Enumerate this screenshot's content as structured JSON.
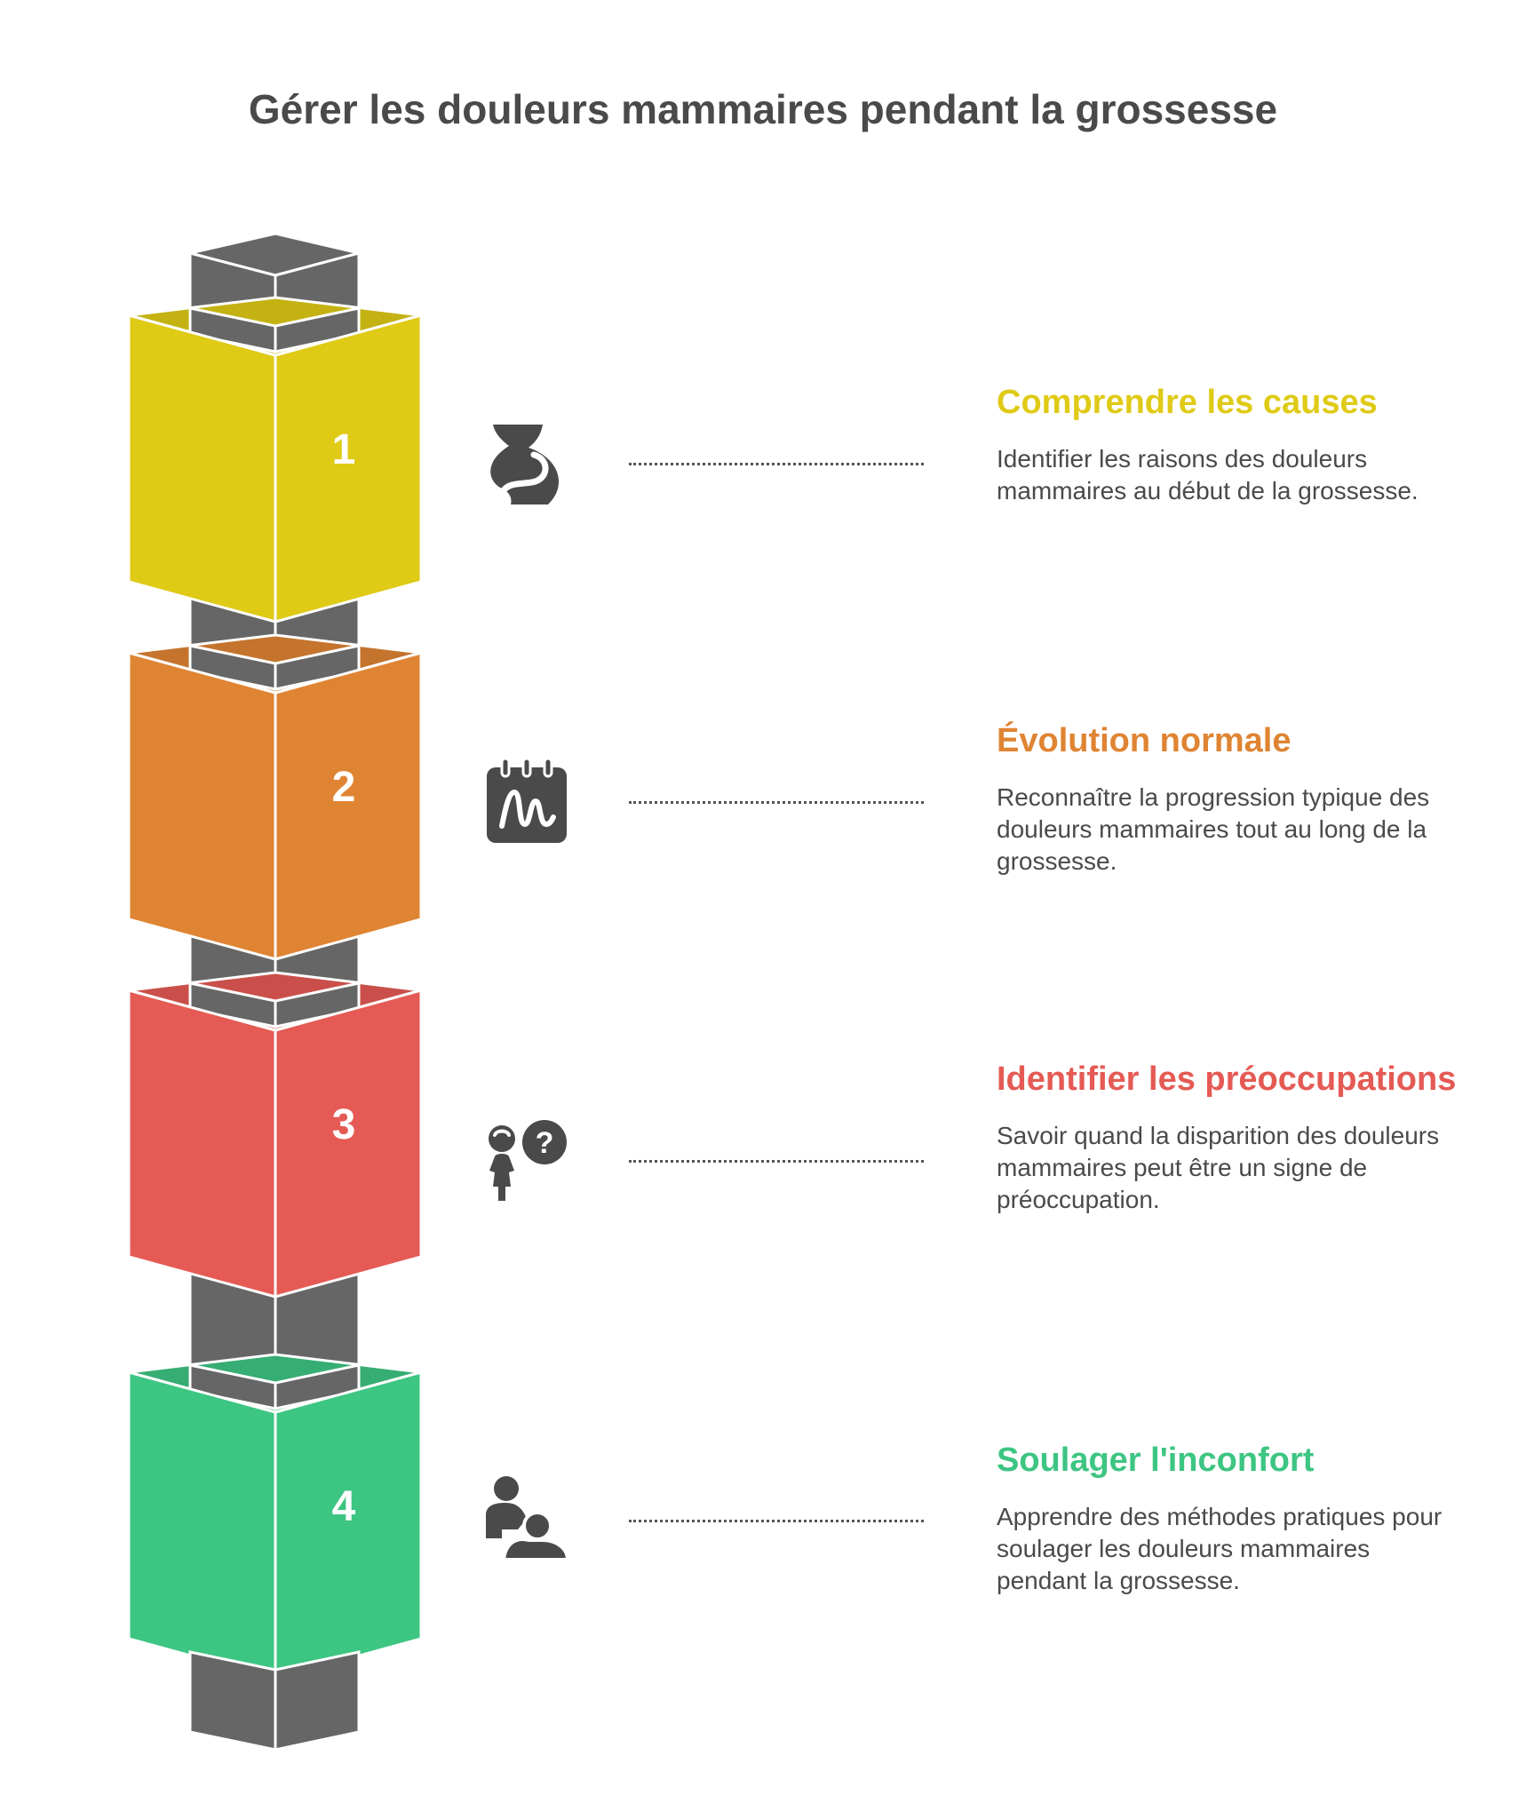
{
  "title": "Gérer les douleurs mammaires pendant la grossesse",
  "steps": [
    {
      "number": "1",
      "heading": "Comprendre les causes",
      "description": "Identifier les raisons des douleurs mammaires au début de la grossesse.",
      "color": "#dfca16",
      "icon": "pregnant-belly-icon"
    },
    {
      "number": "2",
      "heading": "Évolution normale",
      "description": "Reconnaître la progression typique des douleurs mammaires tout au long de la grossesse.",
      "color": "#df8432",
      "icon": "calendar-progress-icon"
    },
    {
      "number": "3",
      "heading": "Identifier les préoccupations",
      "description": "Savoir quand la disparition des douleurs mammaires peut être un signe de préoccupation.",
      "color": "#e55a54",
      "icon": "woman-question-icon"
    },
    {
      "number": "4",
      "heading": "Soulager l'inconfort",
      "description": "Apprendre des méthodes pratiques pour soulager les douleurs mammaires pendant la grossesse.",
      "color": "#3dc582",
      "icon": "mother-baby-icon"
    }
  ],
  "core_color": "#666666"
}
